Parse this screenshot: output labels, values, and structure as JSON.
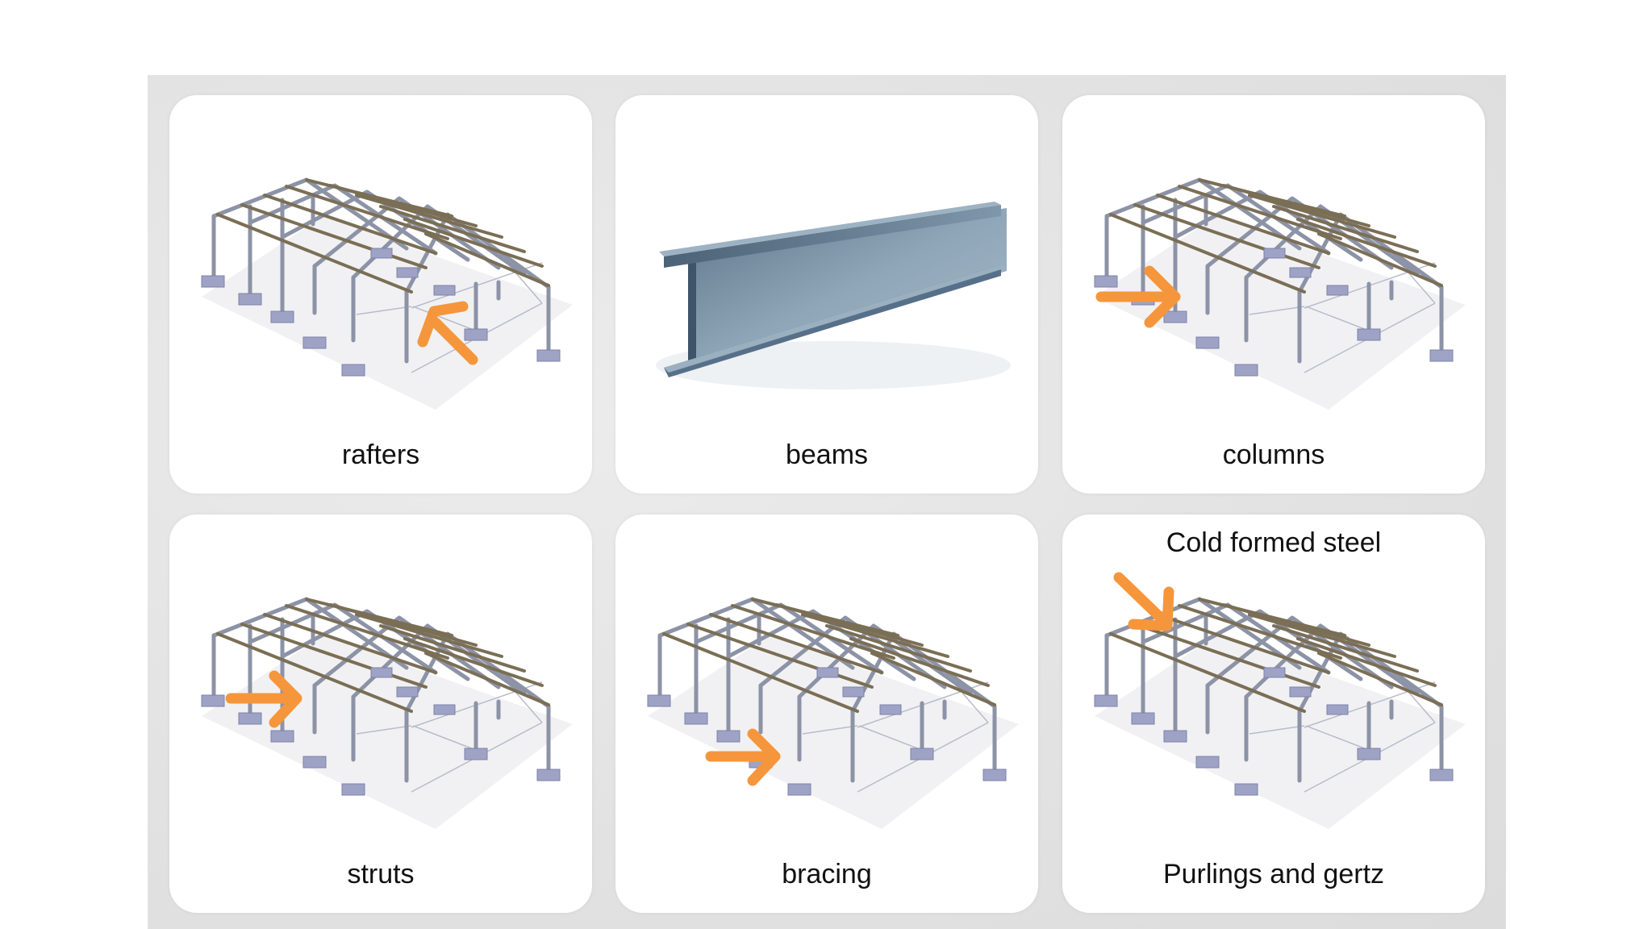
{
  "panels": [
    {
      "label": "rafters",
      "top_label": ""
    },
    {
      "label": "beams",
      "top_label": ""
    },
    {
      "label": "columns",
      "top_label": ""
    },
    {
      "label": "struts",
      "top_label": ""
    },
    {
      "label": "bracing",
      "top_label": ""
    },
    {
      "label": "Purlings and gertz",
      "top_label": "Cold formed steel"
    }
  ],
  "colors": {
    "arrow": "#f5963c",
    "steel": "#8d93a6",
    "purlin": "#7a6e55",
    "background": "#e4e4e4"
  },
  "icons": [
    "frame-structure-icon",
    "i-beam-icon",
    "orange-arrow-icon"
  ]
}
